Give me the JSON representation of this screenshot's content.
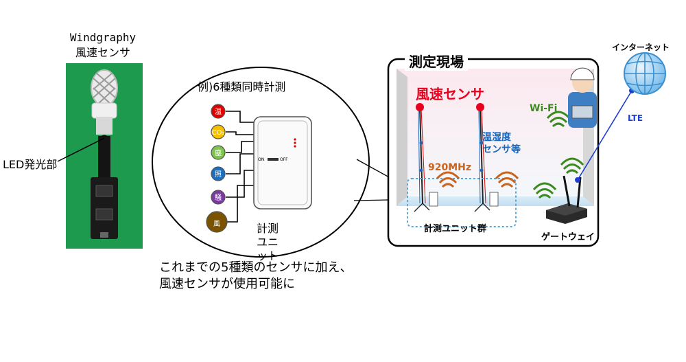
{
  "sensor_photo": {
    "title_line1": "Windgraphy",
    "title_line2": "風速センサ",
    "led_label": "LED発光部"
  },
  "example_bubble": {
    "title": "例)6種類同時計測",
    "badges": [
      "温",
      "CO₂",
      "塵",
      "照",
      "騒",
      "風"
    ],
    "badge_colors": [
      "#e00000",
      "#f5c000",
      "#7cc44a",
      "#1a6fc4",
      "#7a3aa0",
      "#7a5200"
    ],
    "unit_label_line1": "計測",
    "unit_label_line2": "ユニット",
    "switch_on": "ON",
    "switch_off": "OFF"
  },
  "note": {
    "line1": "これまでの5種類のセンサに加え、",
    "line2": "風速センサが使用可能に"
  },
  "site": {
    "title": "測定現場",
    "wind_sensor_label": "風速センサ",
    "wifi_label": "Wi-Fi",
    "humid_label_line1": "温湿度",
    "humid_label_line2": "センサ等",
    "frequency_label": "920MHz",
    "unit_group_label": "計測ユニット群",
    "gateway_label": "ゲートウェイ"
  },
  "internet": {
    "label": "インターネット",
    "link_label": "LTE"
  },
  "colors": {
    "wind_red": "#e8001c",
    "photo_green": "#1e9a4e",
    "wave_orange": "#c8641e",
    "wifi_green": "#3a8a1e",
    "lte_blue": "#1c3fd0",
    "sensor_blue": "#1c66b8"
  }
}
